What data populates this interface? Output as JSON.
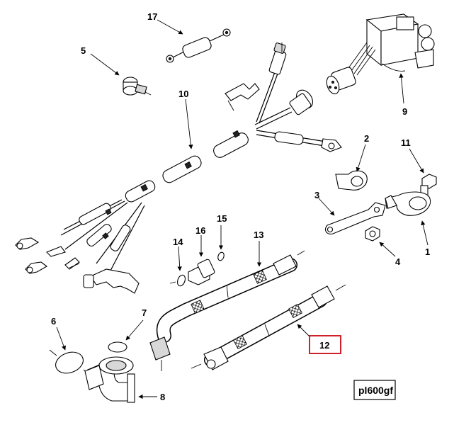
{
  "diagram": {
    "reference_code": "pl600gf",
    "highlight_color": "#d0202a",
    "highlighted_callout": "12",
    "callouts": [
      {
        "id": "c1",
        "label": "1"
      },
      {
        "id": "c2",
        "label": "2"
      },
      {
        "id": "c3",
        "label": "3"
      },
      {
        "id": "c4",
        "label": "4"
      },
      {
        "id": "c5",
        "label": "5"
      },
      {
        "id": "c6",
        "label": "6"
      },
      {
        "id": "c7",
        "label": "7"
      },
      {
        "id": "c8",
        "label": "8"
      },
      {
        "id": "c9",
        "label": "9"
      },
      {
        "id": "c10",
        "label": "10"
      },
      {
        "id": "c11",
        "label": "11"
      },
      {
        "id": "c12",
        "label": "12"
      },
      {
        "id": "c13",
        "label": "13"
      },
      {
        "id": "c14",
        "label": "14"
      },
      {
        "id": "c15",
        "label": "15"
      },
      {
        "id": "c16",
        "label": "16"
      },
      {
        "id": "c17",
        "label": "17"
      }
    ]
  }
}
